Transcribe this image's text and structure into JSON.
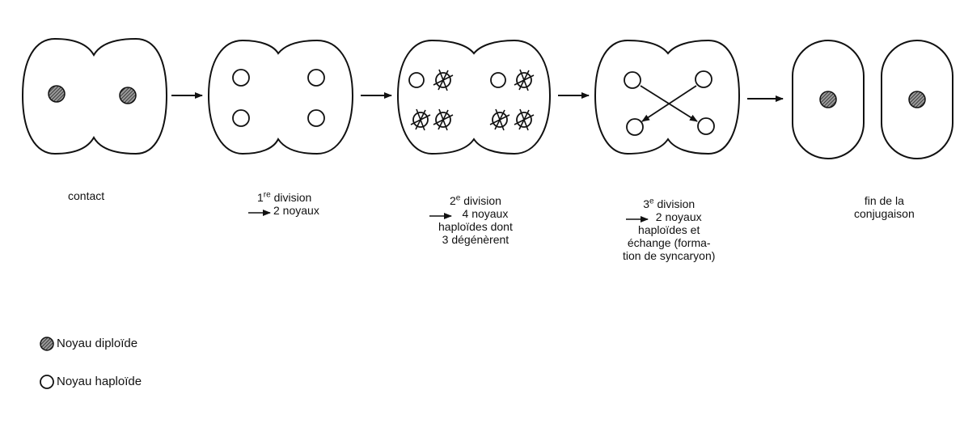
{
  "stages": [
    {
      "id": "contact",
      "lines": [
        "contact"
      ]
    },
    {
      "id": "first-division",
      "ordinal": "1",
      "ordinal_suffix": "re",
      "lines": [
        " division",
        "2 noyaux"
      ]
    },
    {
      "id": "second-division",
      "ordinal": "2",
      "ordinal_suffix": "e",
      "lines": [
        " division",
        "4 noyaux",
        "haploïdes dont",
        "3 dégénèrent"
      ]
    },
    {
      "id": "third-division",
      "ordinal": "3",
      "ordinal_suffix": "e",
      "lines": [
        " division",
        "2 noyaux",
        "haploïdes et",
        "échange (forma-",
        "tion de syncaryon)"
      ]
    },
    {
      "id": "end",
      "lines": [
        "fin de la",
        "conjugaison"
      ]
    }
  ],
  "legend": {
    "diploid": "Noyau diploïde",
    "haploid": "Noyau haploïde"
  },
  "colors": {
    "ink": "#111111",
    "hatch": "#666666",
    "paper": "#ffffff"
  }
}
